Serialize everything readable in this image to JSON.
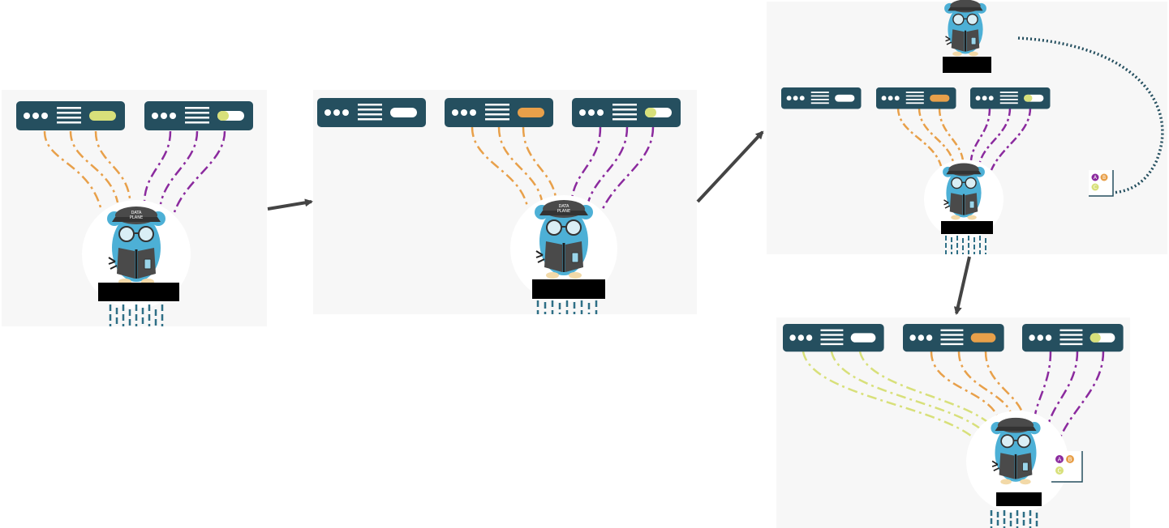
{
  "colors": {
    "background": "#ffffff",
    "panel": "#f7f7f7",
    "server": "#254f5f",
    "server_lines": "#ffffff",
    "orange": "#e8a04a",
    "purple": "#8b2a9e",
    "lime": "#d8e07a",
    "teal_lines": "#2e6f86",
    "arrow": "#444444",
    "control_plane_link": "#254f5f",
    "redaction": "#000000"
  },
  "mascot": {
    "cap_text": "DATA\nPLANE",
    "cap_line1": "DATA",
    "cap_line2": "PLANE",
    "icon": "gopher-data-plane-icon",
    "body_color": "#4db0d6",
    "vest_color": "#4a4a4a",
    "goggles_color": "#d9eef5"
  },
  "legend_badge": {
    "a": "A",
    "b": "B",
    "c": "C",
    "a_color": "#8b2a9e",
    "b_color": "#e8a04a",
    "c_color": "#d8e07a"
  },
  "stages": [
    {
      "id": "stage-1",
      "servers": [
        {
          "pill": "lime",
          "pill_fill": "full"
        },
        {
          "pill": "lime",
          "pill_fill": "half"
        }
      ],
      "connections": [
        "orange",
        "purple"
      ]
    },
    {
      "id": "stage-2",
      "servers": [
        {
          "pill": "white",
          "pill_fill": "full"
        },
        {
          "pill": "orange",
          "pill_fill": "full"
        },
        {
          "pill": "lime",
          "pill_fill": "half"
        }
      ],
      "connections": [
        "orange",
        "purple"
      ]
    },
    {
      "id": "stage-3",
      "servers": [
        {
          "pill": "white",
          "pill_fill": "full"
        },
        {
          "pill": "orange",
          "pill_fill": "full"
        },
        {
          "pill": "lime",
          "pill_fill": "half"
        }
      ],
      "connections": [
        "orange",
        "purple"
      ],
      "has_control_plane": true,
      "has_legend": true
    },
    {
      "id": "stage-4",
      "servers": [
        {
          "pill": "white",
          "pill_fill": "full"
        },
        {
          "pill": "orange",
          "pill_fill": "full"
        },
        {
          "pill": "lime",
          "pill_fill": "half"
        }
      ],
      "connections": [
        "lime",
        "orange",
        "purple"
      ],
      "has_legend": true
    }
  ]
}
